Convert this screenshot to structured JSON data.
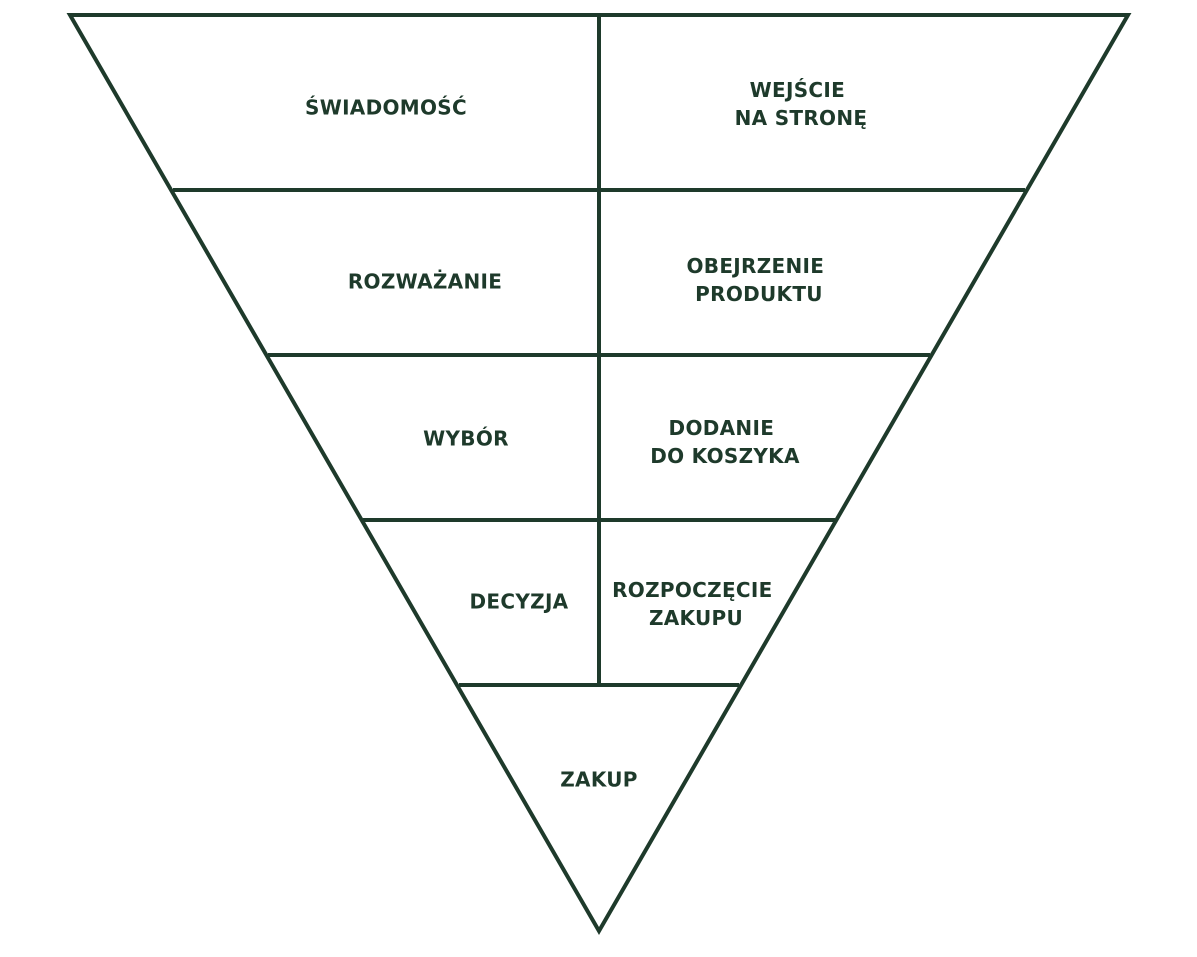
{
  "colors": {
    "stroke": "#1e3a2b",
    "text": "#1e3a2b",
    "background": "#ffffff"
  },
  "funnel": {
    "stages": [
      {
        "stage": "ŚWIADOMOŚĆ",
        "action": [
          "WEJŚCIE",
          "NA STRONĘ"
        ]
      },
      {
        "stage": "ROZWAŻANIE",
        "action": [
          "OBEJRZENIE",
          "PRODUKTU"
        ]
      },
      {
        "stage": "WYBÓR",
        "action": [
          "DODANIE",
          "DO KOSZYKA"
        ]
      },
      {
        "stage": "DECYZJA",
        "action": [
          "ROZPOCZĘCIE",
          "ZAKUPU"
        ]
      }
    ],
    "final": "ZAKUP"
  }
}
